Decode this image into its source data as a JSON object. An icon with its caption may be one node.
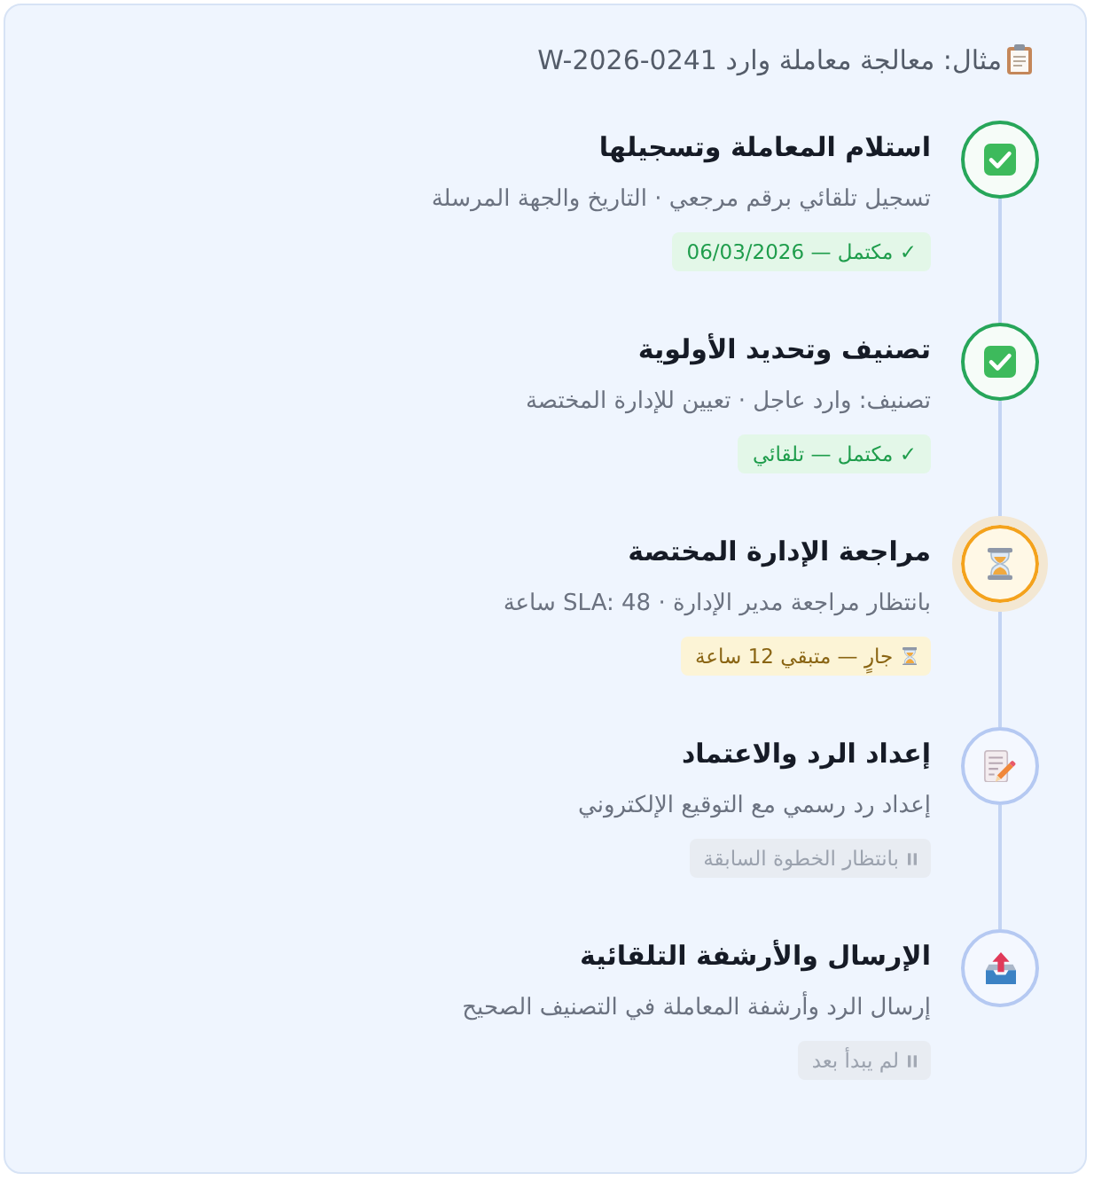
{
  "diagram": {
    "title": "مثال: معالجة معاملة وارد W-2026-0241",
    "nodes": [
      {
        "text": [],
        "shape": "circle",
        "beside": [
          "استلام المعاملة وتسجيلها",
          "تسجيل تلقائي برقم مرجعي · التاريخ والجهة المرسلة"
        ]
      },
      {
        "text": [
          "✓ مكتمل — 06/03/2026"
        ]
      },
      {
        "text": [],
        "shape": "circle",
        "beside": [
          "تصنيف وتحديد الأولوية",
          "تصنيف: وارد عاجل · تعيين للإدارة المختصة"
        ]
      },
      {
        "text": [
          "✓ مكتمل — تلقائي"
        ]
      },
      {
        "text": [],
        "shape": "circle",
        "beside": [
          "مراجعة الإدارة المختصة",
          "بانتظار مراجعة مدير الإدارة · SLA: 48 ساعة"
        ]
      },
      {
        "text": [
          "جارٍ — متبقي 12 ساعة"
        ]
      },
      {
        "text": [],
        "shape": "circle",
        "beside": [
          "إعداد الرد والاعتماد",
          "إعداد رد رسمي مع التوقيع الإلكتروني"
        ]
      },
      {
        "text": [
          "بانتظار الخطوة السابقة"
        ]
      },
      {
        "text": [],
        "shape": "circle",
        "beside": [
          "الإرسال والأرشفة التلقائية",
          "إرسال الرد وأرشفة المعاملة في التصنيف الصحيح"
        ]
      },
      {
        "text": [
          "لم يبدأ بعد"
        ]
      }
    ],
    "edges": [
      {
        "from": 0,
        "to": 2,
        "arrow": "none"
      },
      {
        "from": 2,
        "to": 4,
        "arrow": "none"
      },
      {
        "from": 4,
        "to": 6,
        "arrow": "none"
      },
      {
        "from": 6,
        "to": 8,
        "arrow": "none"
      }
    ]
  }
}
